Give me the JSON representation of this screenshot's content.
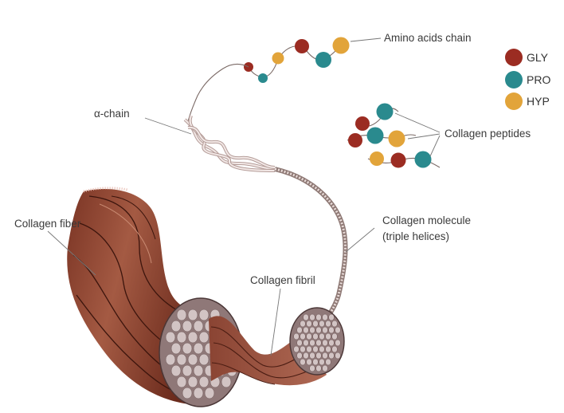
{
  "legend": [
    {
      "label": "GLY",
      "color": "#9b2c22"
    },
    {
      "label": "PRO",
      "color": "#2a8a8e"
    },
    {
      "label": "HYP",
      "color": "#e2a43a"
    }
  ],
  "labels": {
    "amino_acids_chain": "Amino acids chain",
    "alpha_chain": "α-chain",
    "collagen_peptides": "Collagen peptides",
    "collagen_molecule_line1": "Collagen molecule",
    "collagen_molecule_line2": "(triple helices)",
    "collagen_fiber": "Collagen fiber",
    "collagen_fibril": "Collagen fibril"
  },
  "colors": {
    "fiber_dark": "#6e2f1f",
    "fiber_mid": "#9a4a35",
    "fiber_light": "#b8705a",
    "cross_section": "#a08888",
    "fibril_dot": "#e8dede"
  }
}
